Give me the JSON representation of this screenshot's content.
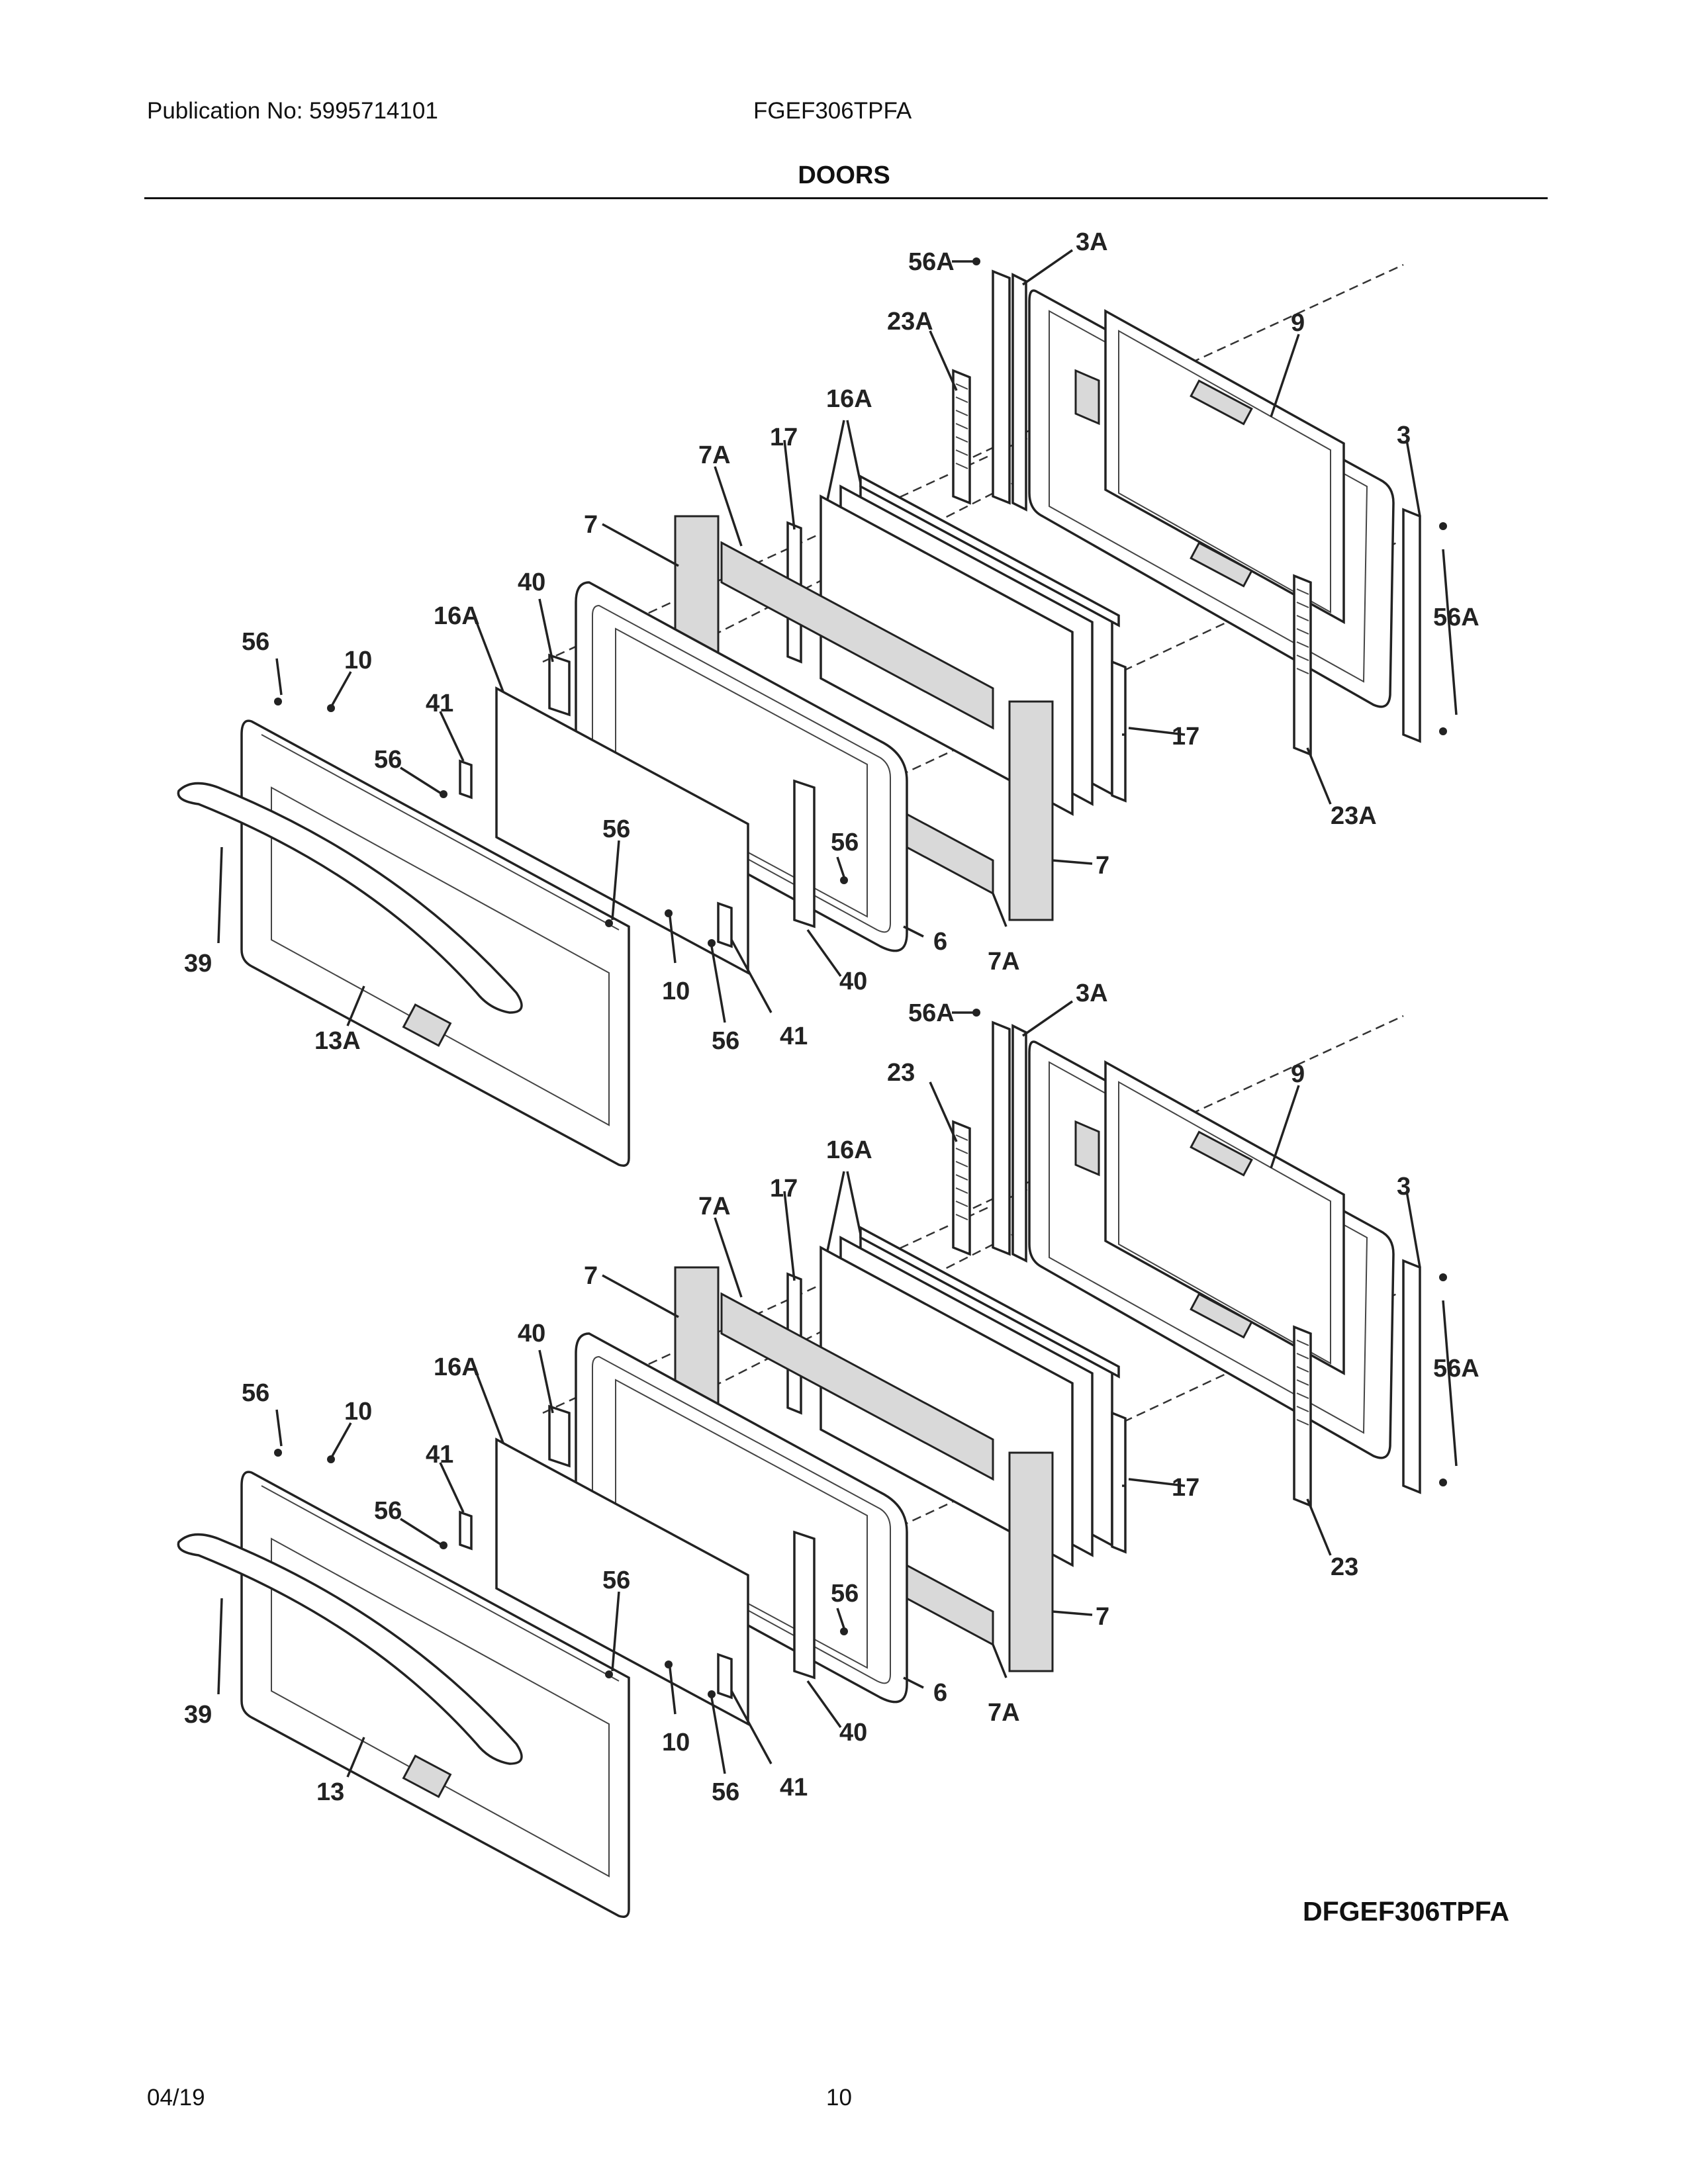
{
  "header": {
    "publication": "Publication No: 5995714101",
    "model": "FGEF306TPFA",
    "title": "DOORS"
  },
  "diagram_code": "DFGEF306TPFA",
  "footer": {
    "date": "04/19",
    "page": "10"
  },
  "upper_callouts": [
    "56A",
    "3A",
    "23A",
    "9",
    "16A",
    "7A",
    "17",
    "3",
    "7",
    "56A",
    "40",
    "16A",
    "56",
    "10",
    "41",
    "56",
    "17",
    "56",
    "23A",
    "56",
    "7",
    "39",
    "6",
    "7A",
    "10",
    "40",
    "56",
    "41",
    "13A"
  ],
  "lower_callouts": [
    "56A",
    "3A",
    "23",
    "9",
    "16A",
    "7A",
    "17",
    "3",
    "7",
    "56A",
    "40",
    "16A",
    "56",
    "10",
    "41",
    "56",
    "17",
    "56",
    "7",
    "56",
    "23",
    "39",
    "6",
    "7A",
    "10",
    "40",
    "56",
    "41",
    "13"
  ]
}
